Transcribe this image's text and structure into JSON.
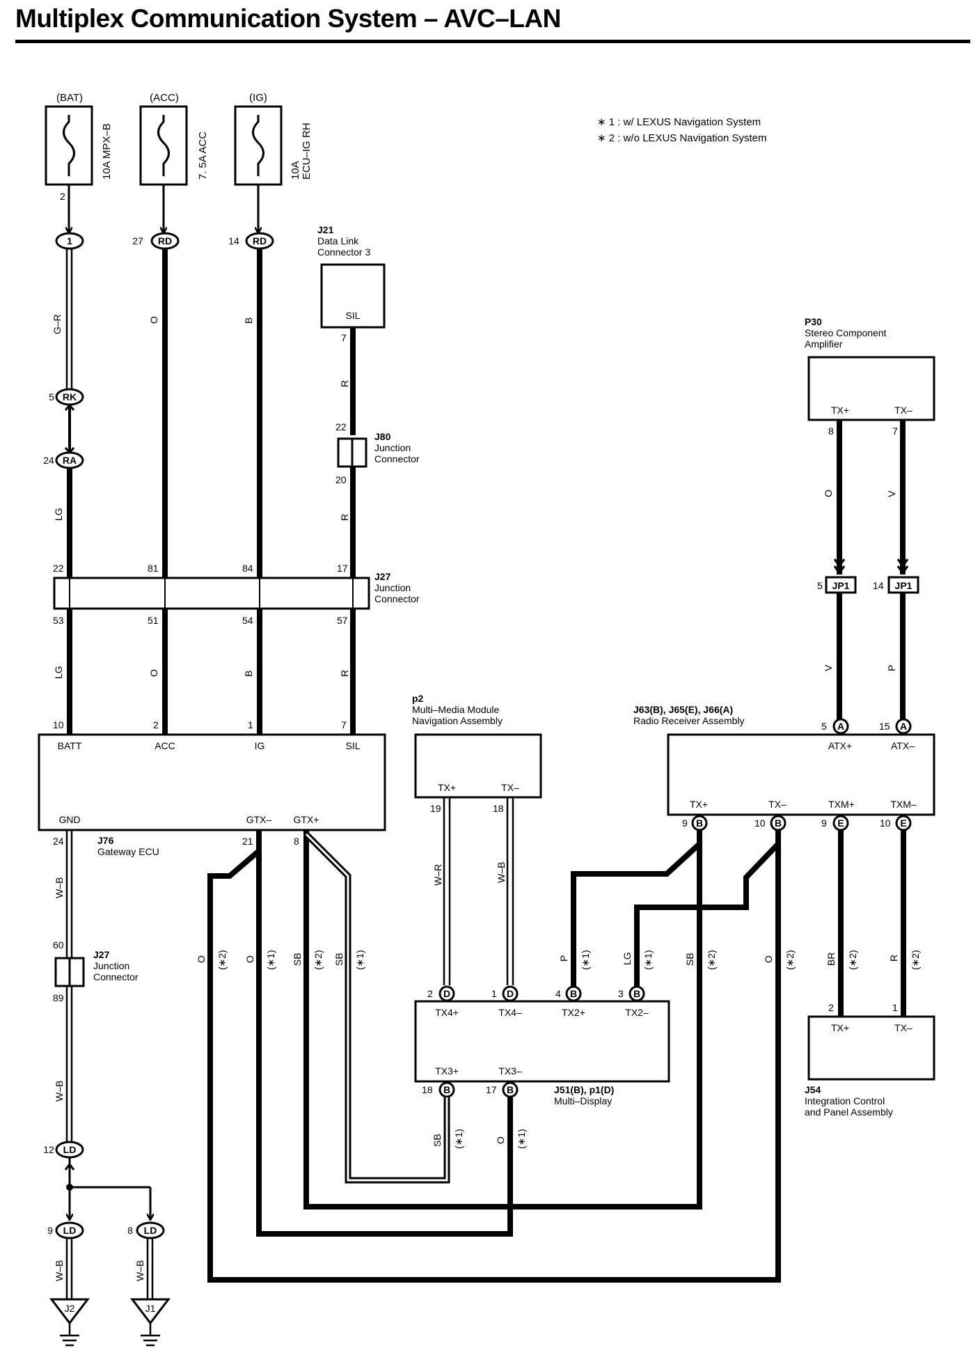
{
  "title": "Multiplex Communication System – AVC–LAN",
  "notes": [
    "∗ 1 : w/ LEXUS Navigation System",
    "∗ 2 : w/o LEXUS Navigation System"
  ],
  "fuses": [
    {
      "supply": "(BAT)",
      "name": "10A MPX–B",
      "pin": "2",
      "connector_pin": "1",
      "connector": "1",
      "wire": "G–R"
    },
    {
      "supply": "(ACC)",
      "name": "7. 5A ACC",
      "pin": "",
      "connector_pin": "27",
      "connector": "RD",
      "wire": "O"
    },
    {
      "supply": "(IG)",
      "name1": "10A",
      "name2": "ECU–IG RH",
      "pin": "",
      "connector_pin": "14",
      "connector": "RD",
      "wire": "B"
    }
  ],
  "rk": {
    "pin": "5",
    "label": "RK"
  },
  "ra": {
    "pin": "24",
    "label": "RA",
    "wire": "LG"
  },
  "j21": {
    "id": "J21",
    "name1": "Data Link",
    "name2": "Connector 3",
    "pin_label": "SIL",
    "pin": "7",
    "wire": "R"
  },
  "j80": {
    "id": "J80",
    "name1": "Junction",
    "name2": "Connector",
    "pin_top": "22",
    "pin_bottom": "20",
    "wire": "R"
  },
  "j27a": {
    "id": "J27",
    "name1": "Junction",
    "name2": "Connector",
    "top_pins": [
      "22",
      "81",
      "84",
      "17"
    ],
    "bottom_pins": [
      "53",
      "51",
      "54",
      "57"
    ],
    "wires": [
      "LG",
      "O",
      "B",
      "R"
    ]
  },
  "j76": {
    "id": "J76",
    "name": "Gateway ECU",
    "top_pins": [
      "10",
      "2",
      "1",
      "7"
    ],
    "top_labels": [
      "BATT",
      "ACC",
      "IG",
      "SIL"
    ],
    "gnd": "GND",
    "gtxm": "GTX–",
    "gtxp": "GTX+",
    "gnd_pin": "24",
    "gtxm_pin": "21",
    "gtxp_pin": "8",
    "gnd_wire": "W–B"
  },
  "j27b": {
    "id": "J27",
    "name1": "Junction",
    "name2": "Connector",
    "pin_top": "60",
    "pin_bottom": "89",
    "wire": "W–B"
  },
  "ld": {
    "pin": "12",
    "label": "LD",
    "pins": [
      "9",
      "8"
    ],
    "wires": [
      "W–B",
      "W–B"
    ],
    "grounds": [
      "J2",
      "J1"
    ]
  },
  "p2": {
    "id": "p2",
    "name1": "Multi–Media Module",
    "name2": "Navigation Assembly",
    "txp": "TX+",
    "txm": "TX–",
    "txp_pin": "19",
    "txm_pin": "18",
    "txp_wire": "W–R",
    "txm_wire": "W–B"
  },
  "p30": {
    "id": "P30",
    "name1": "Stereo Component",
    "name2": "Amplifier",
    "txp": "TX+",
    "txm": "TX–",
    "txp_pin": "8",
    "txm_pin": "7",
    "txp_wire": "O",
    "txm_wire": "V"
  },
  "jp1": {
    "label": "JP1",
    "pins": [
      "5",
      "14"
    ],
    "wires": [
      "V",
      "P"
    ]
  },
  "radio": {
    "id": "J63(B), J65(E), J66(A)",
    "name": "Radio Receiver Assembly",
    "atxp": "ATX+",
    "atxm": "ATX–",
    "atxp_pin": "5",
    "atxm_pin": "15",
    "atx_conn": "A",
    "txp": "TX+",
    "txm": "TX–",
    "txmp": "TXM+",
    "txmm": "TXM–",
    "bot_pins": [
      "9",
      "10",
      "9",
      "10"
    ],
    "bot_conns": [
      "B",
      "B",
      "E",
      "E"
    ]
  },
  "multi_display": {
    "id": "J51(B), p1(D)",
    "name": "Multi–Display",
    "labels_top": [
      "TX4+",
      "TX4–",
      "TX2+",
      "TX2–"
    ],
    "pins_top": [
      "2",
      "1",
      "4",
      "3"
    ],
    "conns_top": [
      "D",
      "D",
      "B",
      "B"
    ],
    "labels_bottom": [
      "TX3+",
      "TX3–"
    ],
    "pins_bottom": [
      "18",
      "17"
    ],
    "conns_bottom": [
      "B",
      "B"
    ]
  },
  "j54": {
    "id": "J54",
    "name1": "Integration Control",
    "name2": "and Panel Assembly",
    "txp": "TX+",
    "txm": "TX–",
    "txp_pin": "2",
    "txm_pin": "1"
  },
  "wire_labels": [
    {
      "c": "O",
      "n": "(∗2)"
    },
    {
      "c": "O",
      "n": "(∗1)"
    },
    {
      "c": "SB",
      "n": "(∗2)"
    },
    {
      "c": "SB",
      "n": "(∗1)"
    },
    {
      "c": "P",
      "n": "(∗1)"
    },
    {
      "c": "LG",
      "n": "(∗1)"
    },
    {
      "c": "SB",
      "n": "(∗2)"
    },
    {
      "c": "O",
      "n": "(∗2)"
    },
    {
      "c": "BR",
      "n": "(∗2)"
    },
    {
      "c": "R",
      "n": "(∗2)"
    },
    {
      "c": "SB",
      "n": "(∗1)"
    },
    {
      "c": "O",
      "n": "(∗1)"
    }
  ]
}
